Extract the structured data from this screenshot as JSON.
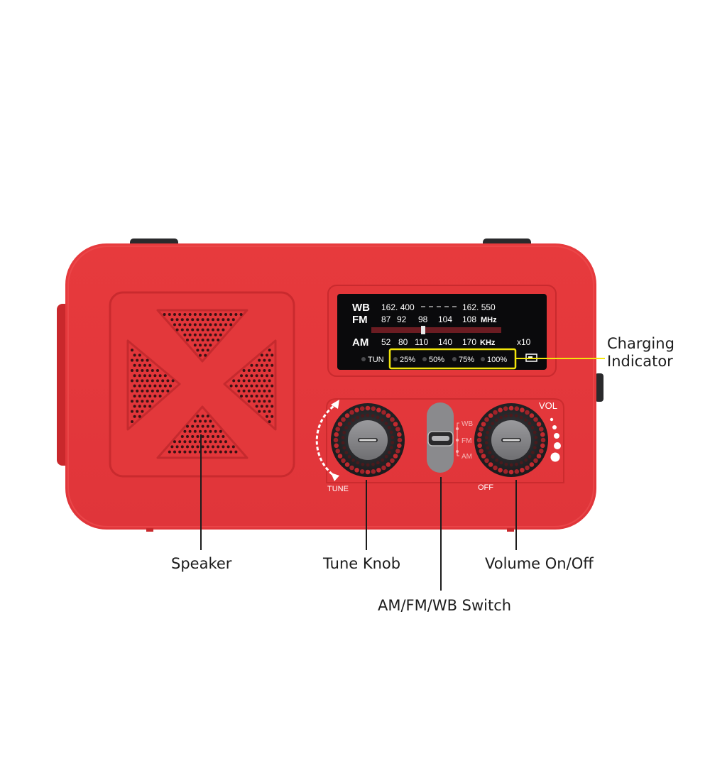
{
  "colors": {
    "body": "#e83a3c",
    "body_shade": "#c92a2e",
    "display": "#0a0a0c",
    "knob": "#2b2b2e",
    "knob_grey": "#858588",
    "highlight": "#f2e60a"
  },
  "display": {
    "row_wb": {
      "label": "WB",
      "low": "162. 400",
      "high": "162. 550"
    },
    "row_fm": {
      "label": "FM",
      "ticks": [
        "87",
        "92",
        "98",
        "104",
        "108"
      ],
      "unit": "MHz"
    },
    "row_am": {
      "label": "AM",
      "ticks": [
        "52",
        "80",
        "110",
        "140",
        "170"
      ],
      "unit": "KHz",
      "multiplier": "x10"
    },
    "indicators": [
      "TUN",
      "25%",
      "50%",
      "75%",
      "100%"
    ]
  },
  "controls": {
    "tune_label": "TUNE",
    "vol_label": "VOL",
    "off_label": "OFF",
    "band_switch": [
      "WB",
      "FM",
      "AM"
    ]
  },
  "callouts": {
    "speaker": "Speaker",
    "tune_knob": "Tune Knob",
    "volume": "Volume On/Off",
    "band_switch": "AM/FM/WB Switch",
    "charging_line1": "Charging",
    "charging_line2": "Indicator"
  }
}
